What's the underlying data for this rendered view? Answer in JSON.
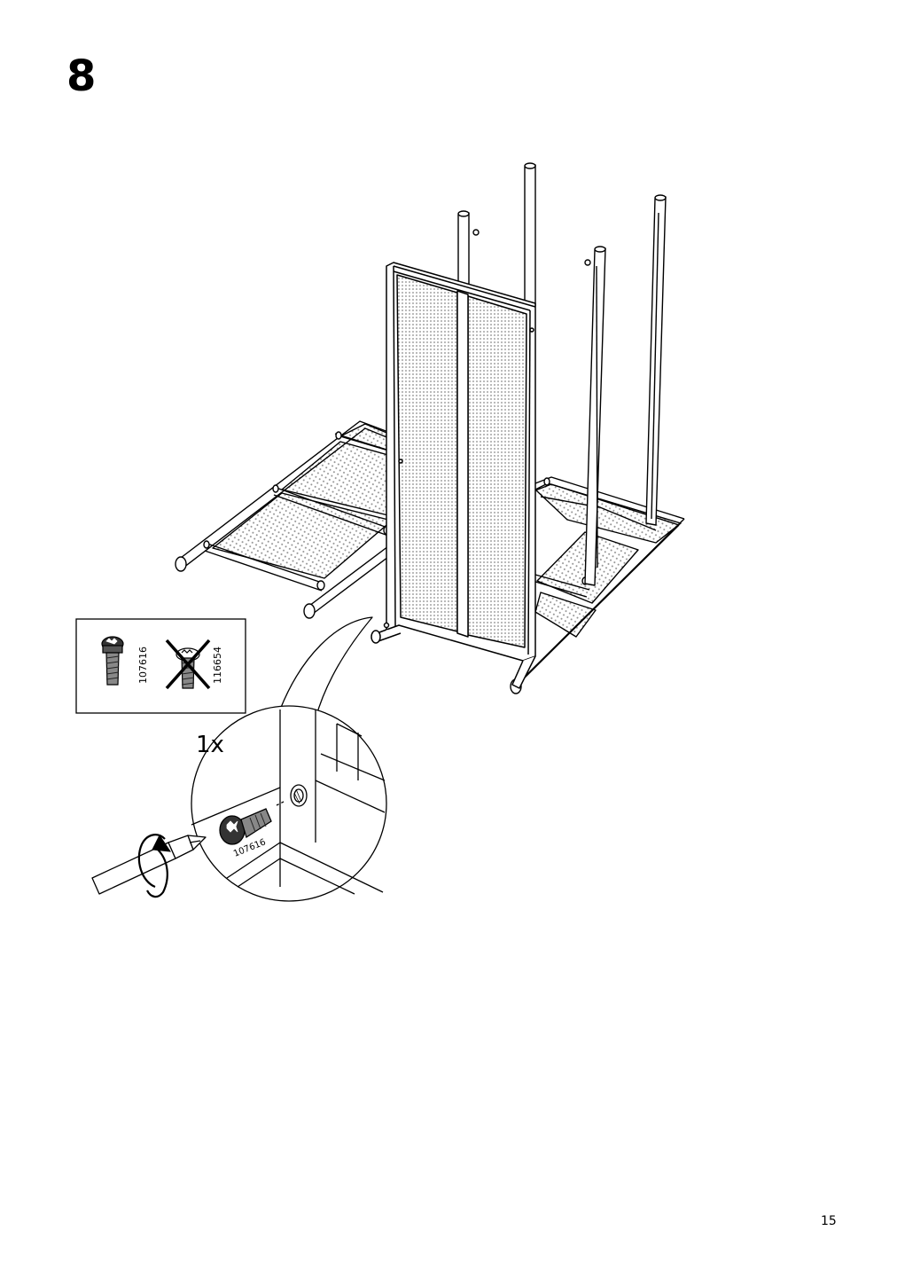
{
  "step": {
    "number": "8"
  },
  "parts": {
    "approved_screw_id": "107616",
    "rejected_screw_id": "116654"
  },
  "detail": {
    "quantity": "1x",
    "screw_label": "107616"
  },
  "page": {
    "number": "15"
  },
  "icons": {
    "approved_screw": "screw-icon",
    "rejected_screw": "crossed-out-screw-icon",
    "screwdriver": "screwdriver-icon",
    "rotation": "clockwise-rotation-icon"
  }
}
